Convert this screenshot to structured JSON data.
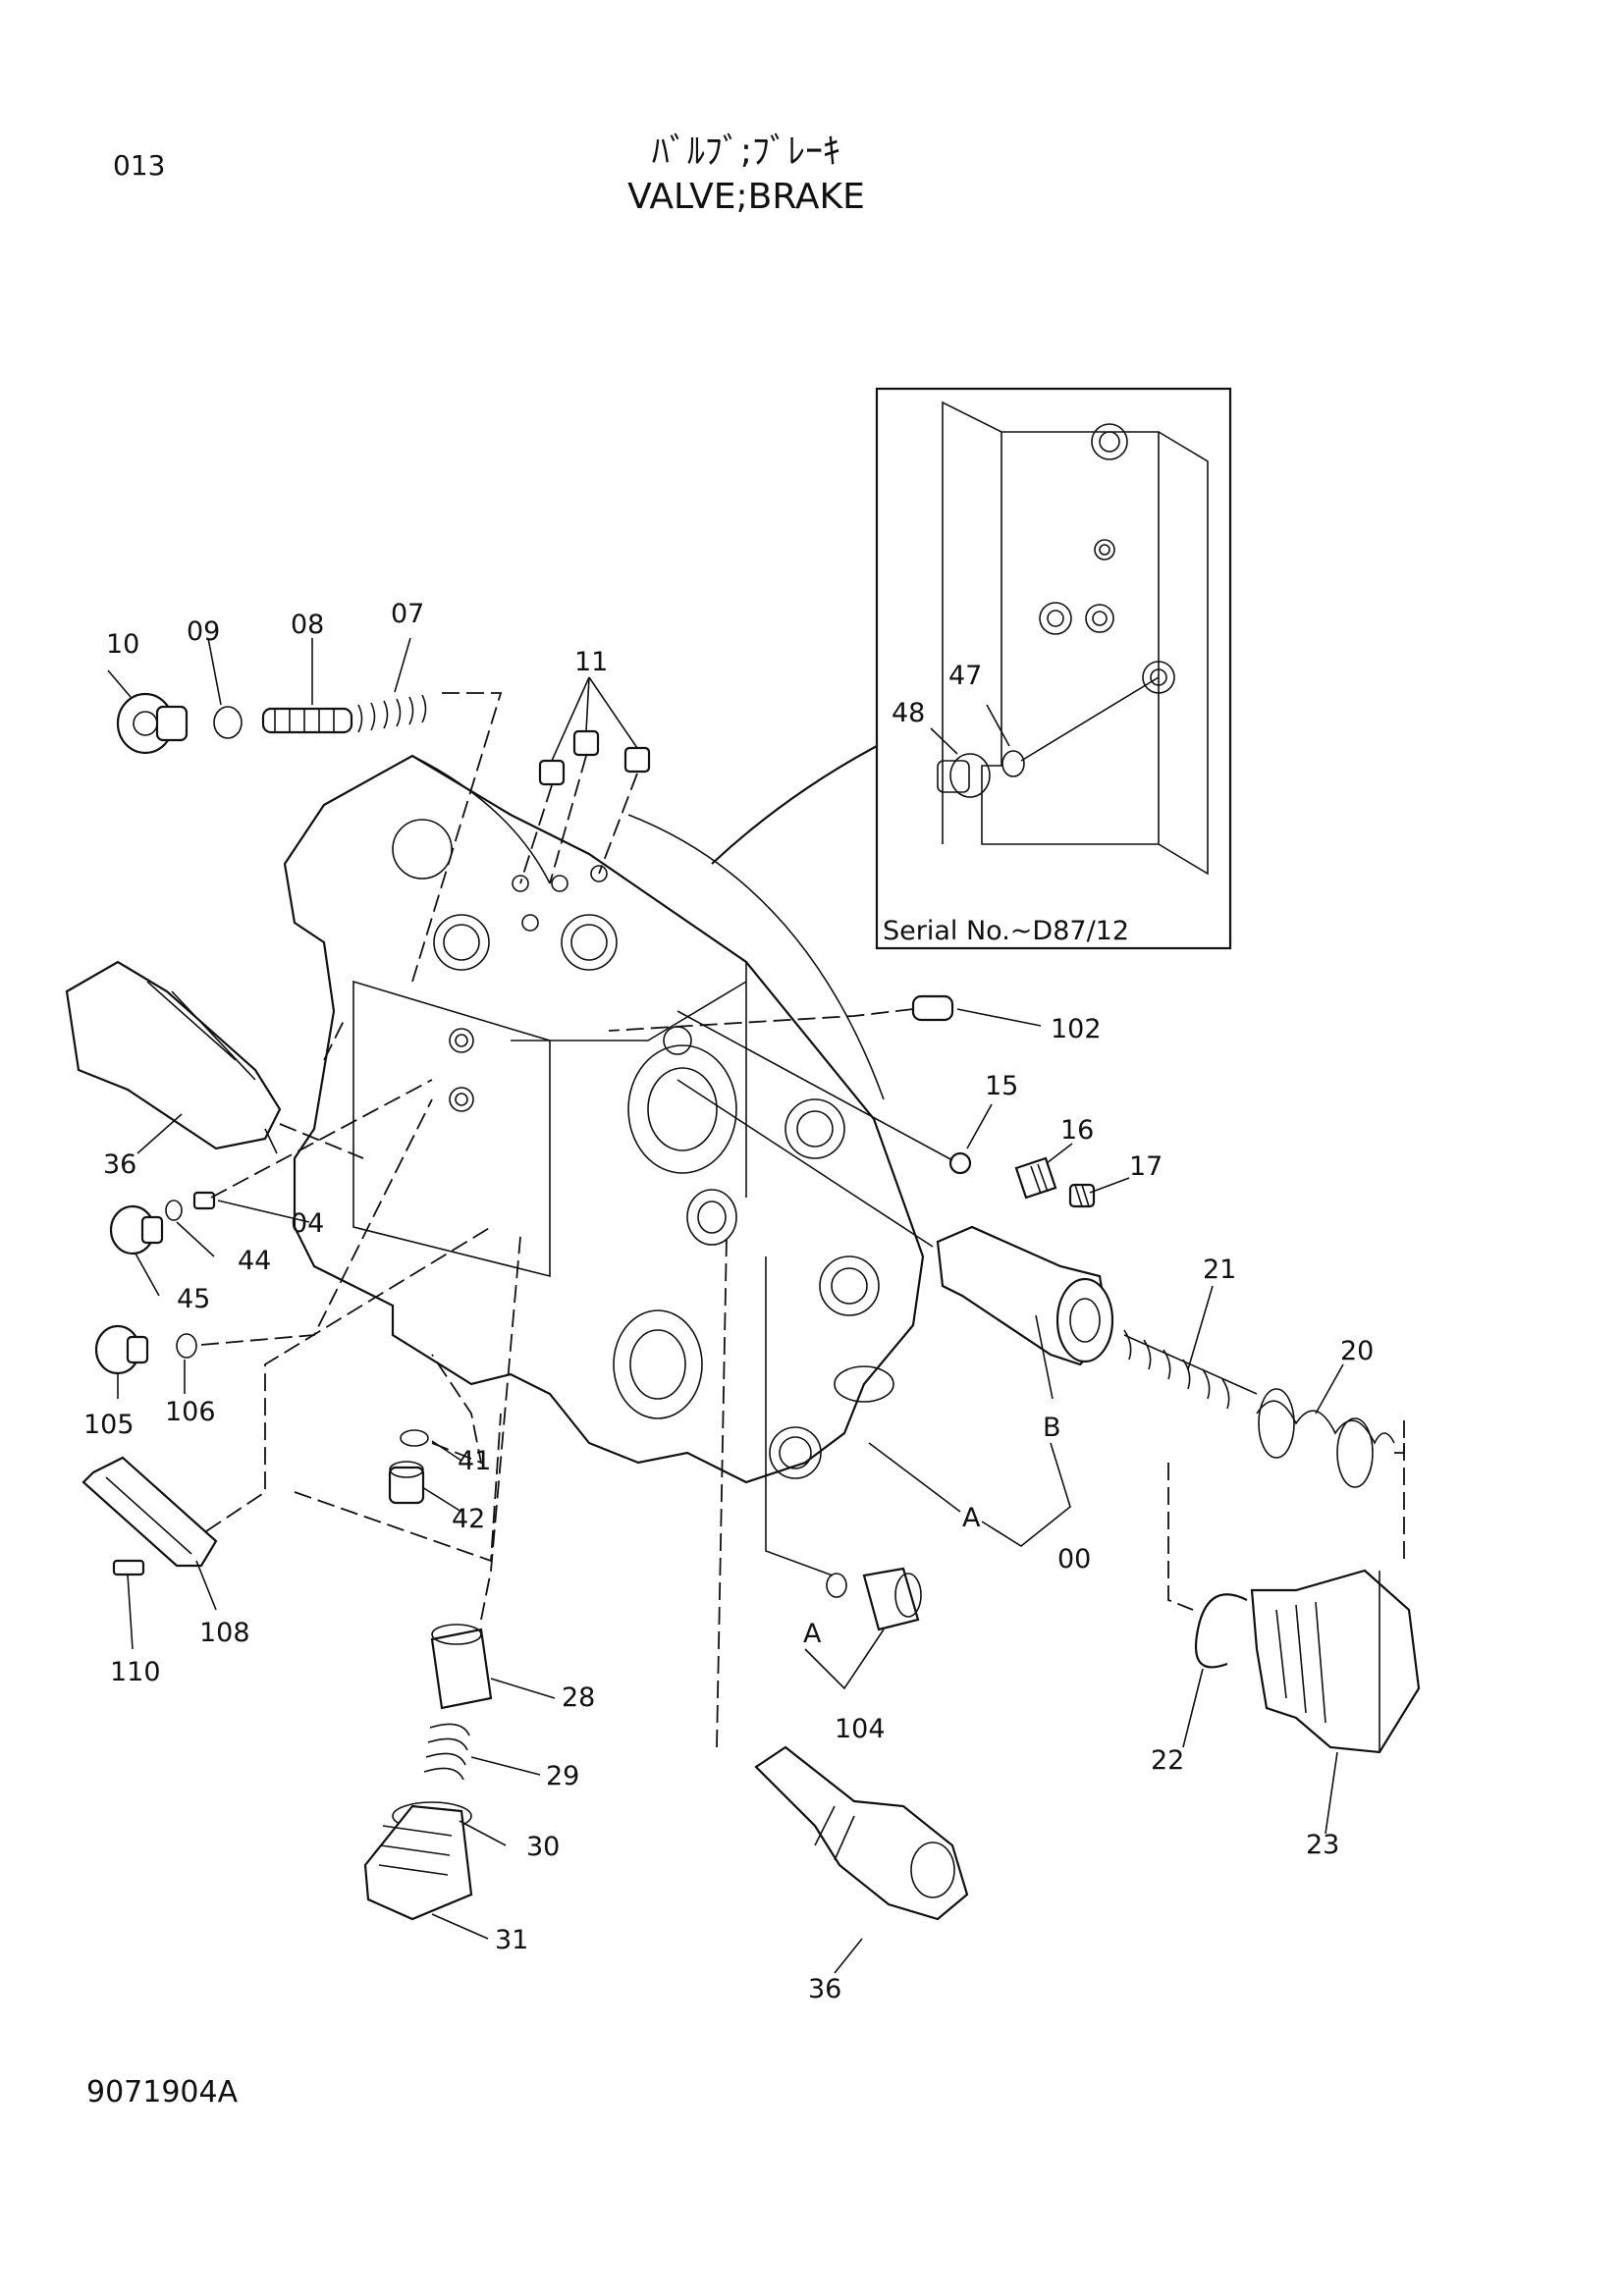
{
  "header": {
    "page_number": "013",
    "title_jp": "ﾊﾞﾙﾌﾞ;ﾌﾞﾚｰｷ",
    "title_en": "VALVE;BRAKE"
  },
  "inset": {
    "label": "Serial No.~D87/12"
  },
  "callouts": {
    "c10": "10",
    "c09": "09",
    "c08": "08",
    "c07": "07",
    "c11": "11",
    "c48": "48",
    "c47": "47",
    "c102": "102",
    "c15": "15",
    "c16": "16",
    "c17": "17",
    "c36a": "36",
    "c04": "04",
    "c44": "44",
    "c45": "45",
    "c105": "105",
    "c106": "106",
    "c21": "21",
    "c20": "20",
    "cB": "B",
    "c41": "41",
    "c42": "42",
    "cA": "A",
    "c00": "00",
    "c108": "108",
    "c110": "110",
    "cA2": "A",
    "c104": "104",
    "c28": "28",
    "c29": "29",
    "c30": "30",
    "c31": "31",
    "c36b": "36",
    "c22": "22",
    "c23": "23"
  },
  "footer": {
    "drawing_number": "9071904A"
  }
}
